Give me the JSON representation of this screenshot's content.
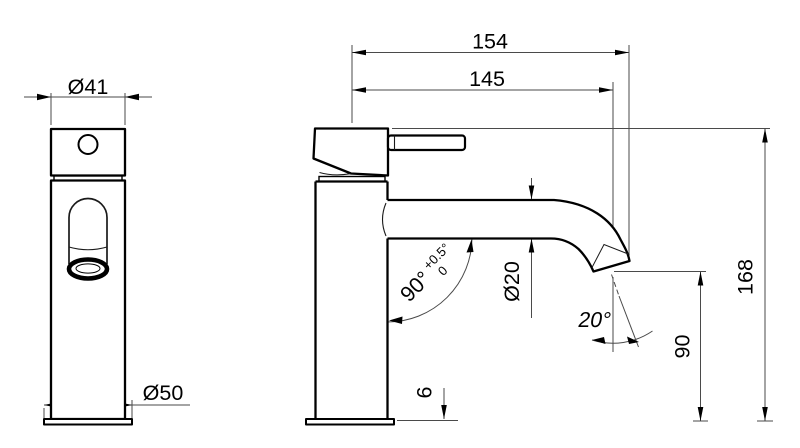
{
  "drawing": {
    "background": "#ffffff",
    "object_line_color": "#000000",
    "dimension_line_color": "#4a4a4a",
    "front_view": {
      "head_diameter_label": "Ø41",
      "base_diameter_label": "Ø50"
    },
    "side_view": {
      "overall_reach_label": "154",
      "outlet_reach_label": "145",
      "overall_height_label": "168",
      "outlet_height_label": "90",
      "spout_diameter_label": "Ø20",
      "spout_angle_label": "90°",
      "spout_angle_tolerance_upper": "+0.5°",
      "spout_angle_tolerance_lower": "0",
      "outlet_angle_label": "20°",
      "base_plate_height_label": "6"
    }
  }
}
